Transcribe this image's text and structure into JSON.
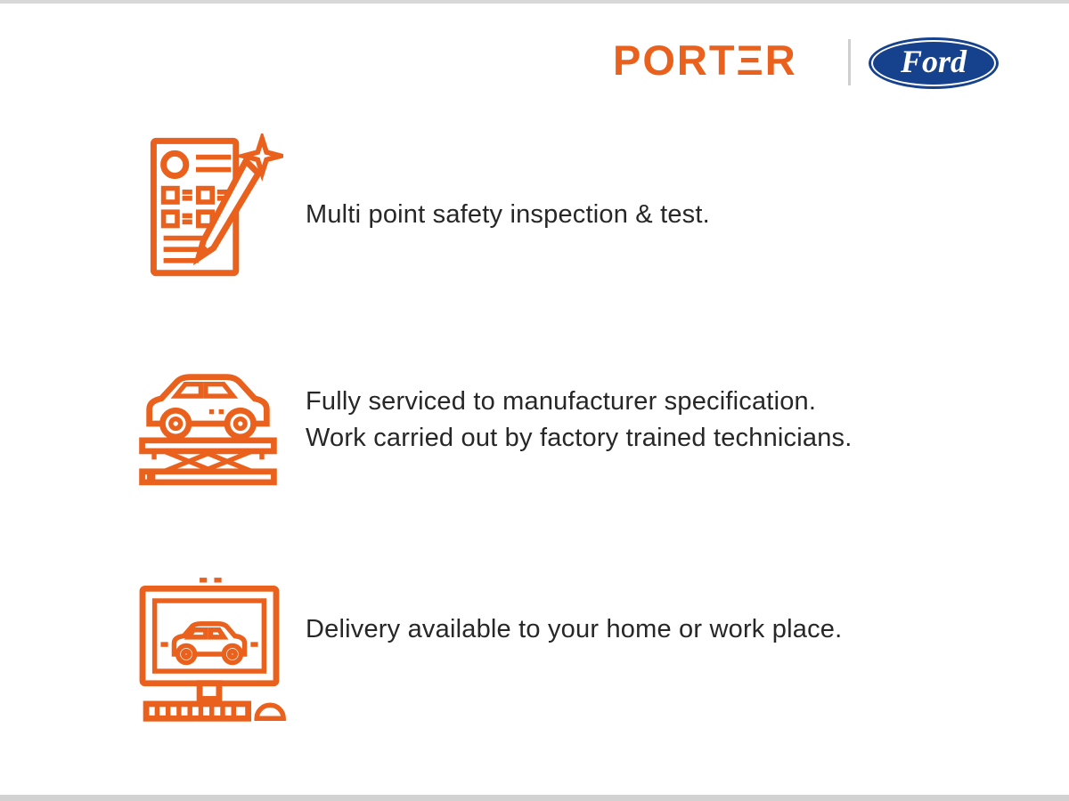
{
  "header": {
    "brand_text": "PORTΞR",
    "ford_logo_text": "Ford"
  },
  "features": [
    {
      "icon": "safety-inspection-checklist-icon",
      "line1": "Multi point safety inspection & test."
    },
    {
      "icon": "car-service-lift-icon",
      "line1": "Fully serviced to manufacturer specification.",
      "line2": "Work carried out by factory trained technicians."
    },
    {
      "icon": "online-delivery-monitor-icon",
      "line1": "Delivery available to your home or work place."
    }
  ],
  "colors": {
    "accent_orange": "#E9611C",
    "ford_blue": "#15418D",
    "divider_gray": "#CFCFCF",
    "text_dark": "#272727",
    "edge_bar_gray": "#D8D8D8"
  }
}
